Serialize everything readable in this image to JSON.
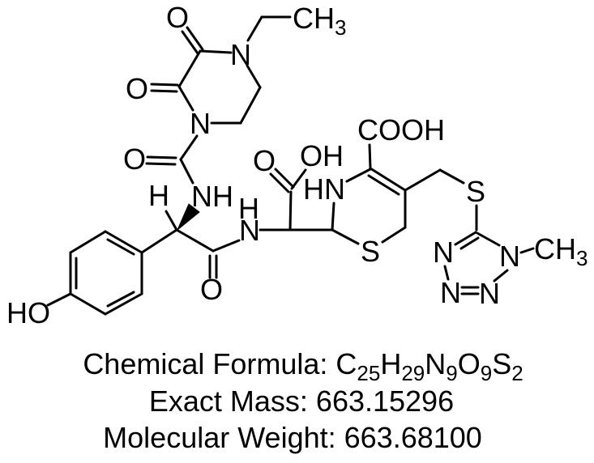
{
  "molecule": {
    "chemical_formula": "C25H29N9O9S2",
    "exact_mass": "663.15296",
    "molecular_weight": "663.68100"
  },
  "atom_labels": {
    "O": "O",
    "N": "N",
    "S": "S",
    "H": "H",
    "HO": "HO",
    "OH": "OH",
    "NH": "NH",
    "HN": "HN",
    "COOH": "COOH",
    "CH": "CH",
    "sub3": "3"
  },
  "caption": {
    "formula_label": "Chemical Formula: ",
    "f_c": "C",
    "s_c": "25",
    "f_h": "H",
    "s_h": "29",
    "f_n": "N",
    "s_n": "9",
    "f_o": "O",
    "s_o": "9",
    "f_s": "S",
    "s_s": "2",
    "exact_mass_line": "Exact Mass: 663.15296",
    "molecular_weight_line": "Molecular Weight: 663.68100"
  }
}
